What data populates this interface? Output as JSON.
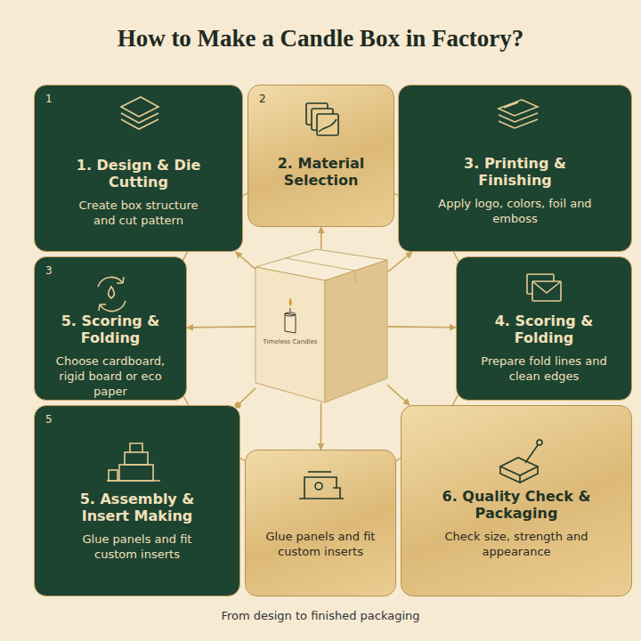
{
  "diagram": {
    "title": "How to Make a Candle Box in Factory?",
    "caption": "From design to finished packaging",
    "nodes": [
      {
        "text": [
          "1",
          "1. Design & Die Cutting",
          "Create box structure and cut pattern"
        ]
      },
      {
        "text": [
          "2",
          "2. Material Selection"
        ]
      },
      {
        "text": [
          "3. Printing & Finishing",
          "Apply logo, colors, foil and emboss"
        ]
      },
      {
        "text": [
          "3",
          "5. Scoring & Folding",
          "Choose cardboard, rigid board or eco paper"
        ]
      },
      {
        "text": [
          "Timeless Candles"
        ]
      },
      {
        "text": [
          "4. Scoring & Folding",
          "Prepare fold lines and clean edges"
        ]
      },
      {
        "text": [
          "5",
          "5. Assembly & Insert Making",
          "Glue panels and fit custom inserts"
        ]
      },
      {
        "text": [
          "Glue panels and fit custom inserts"
        ]
      },
      {
        "text": [
          "6. Quality Check & Packaging",
          "Check size, strength and appearance"
        ]
      }
    ],
    "edges": [
      {
        "from": 4,
        "to": 0,
        "arrow": "to"
      },
      {
        "from": 4,
        "to": 1,
        "arrow": "to"
      },
      {
        "from": 4,
        "to": 2,
        "arrow": "to"
      },
      {
        "from": 4,
        "to": 3,
        "arrow": "to"
      },
      {
        "from": 4,
        "to": 5,
        "arrow": "to"
      },
      {
        "from": 4,
        "to": 6,
        "arrow": "none"
      },
      {
        "from": 4,
        "to": 7,
        "arrow": "to"
      },
      {
        "from": 4,
        "to": 8,
        "arrow": "to"
      }
    ]
  }
}
